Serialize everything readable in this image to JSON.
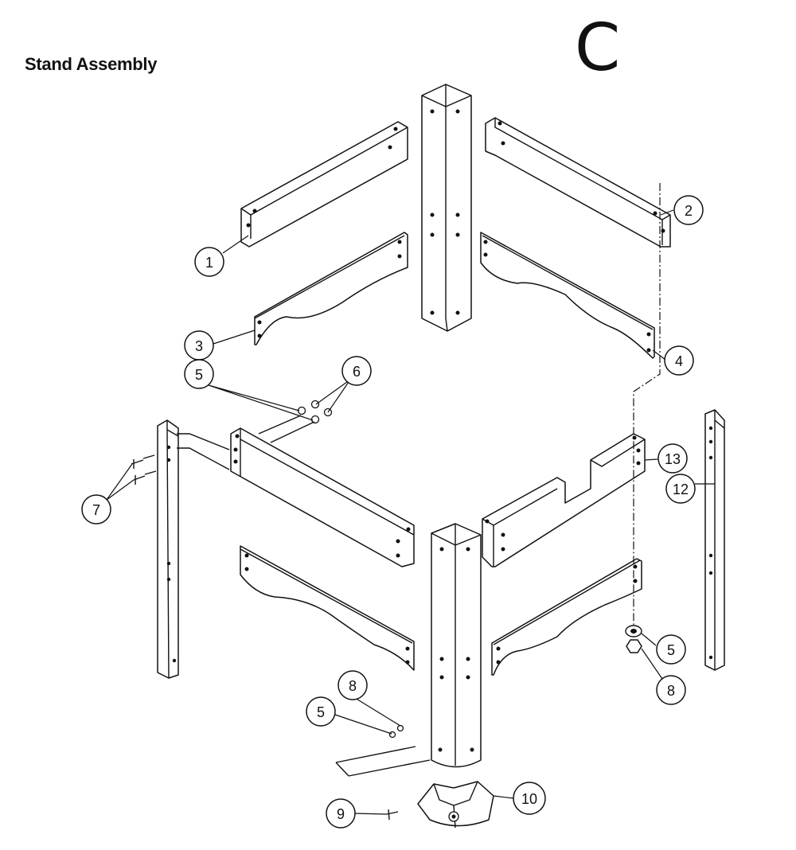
{
  "title": "Stand Assembly",
  "sheet_letter": "C",
  "callouts": [
    {
      "id": "1",
      "label": "1"
    },
    {
      "id": "2",
      "label": "2"
    },
    {
      "id": "3",
      "label": "3"
    },
    {
      "id": "4",
      "label": "4"
    },
    {
      "id": "5a",
      "label": "5"
    },
    {
      "id": "6",
      "label": "6"
    },
    {
      "id": "7",
      "label": "7"
    },
    {
      "id": "13",
      "label": "13"
    },
    {
      "id": "12",
      "label": "12"
    },
    {
      "id": "5b",
      "label": "5"
    },
    {
      "id": "8a",
      "label": "8"
    },
    {
      "id": "8b",
      "label": "8"
    },
    {
      "id": "5c",
      "label": "5"
    },
    {
      "id": "9",
      "label": "9"
    },
    {
      "id": "10",
      "label": "10"
    }
  ]
}
